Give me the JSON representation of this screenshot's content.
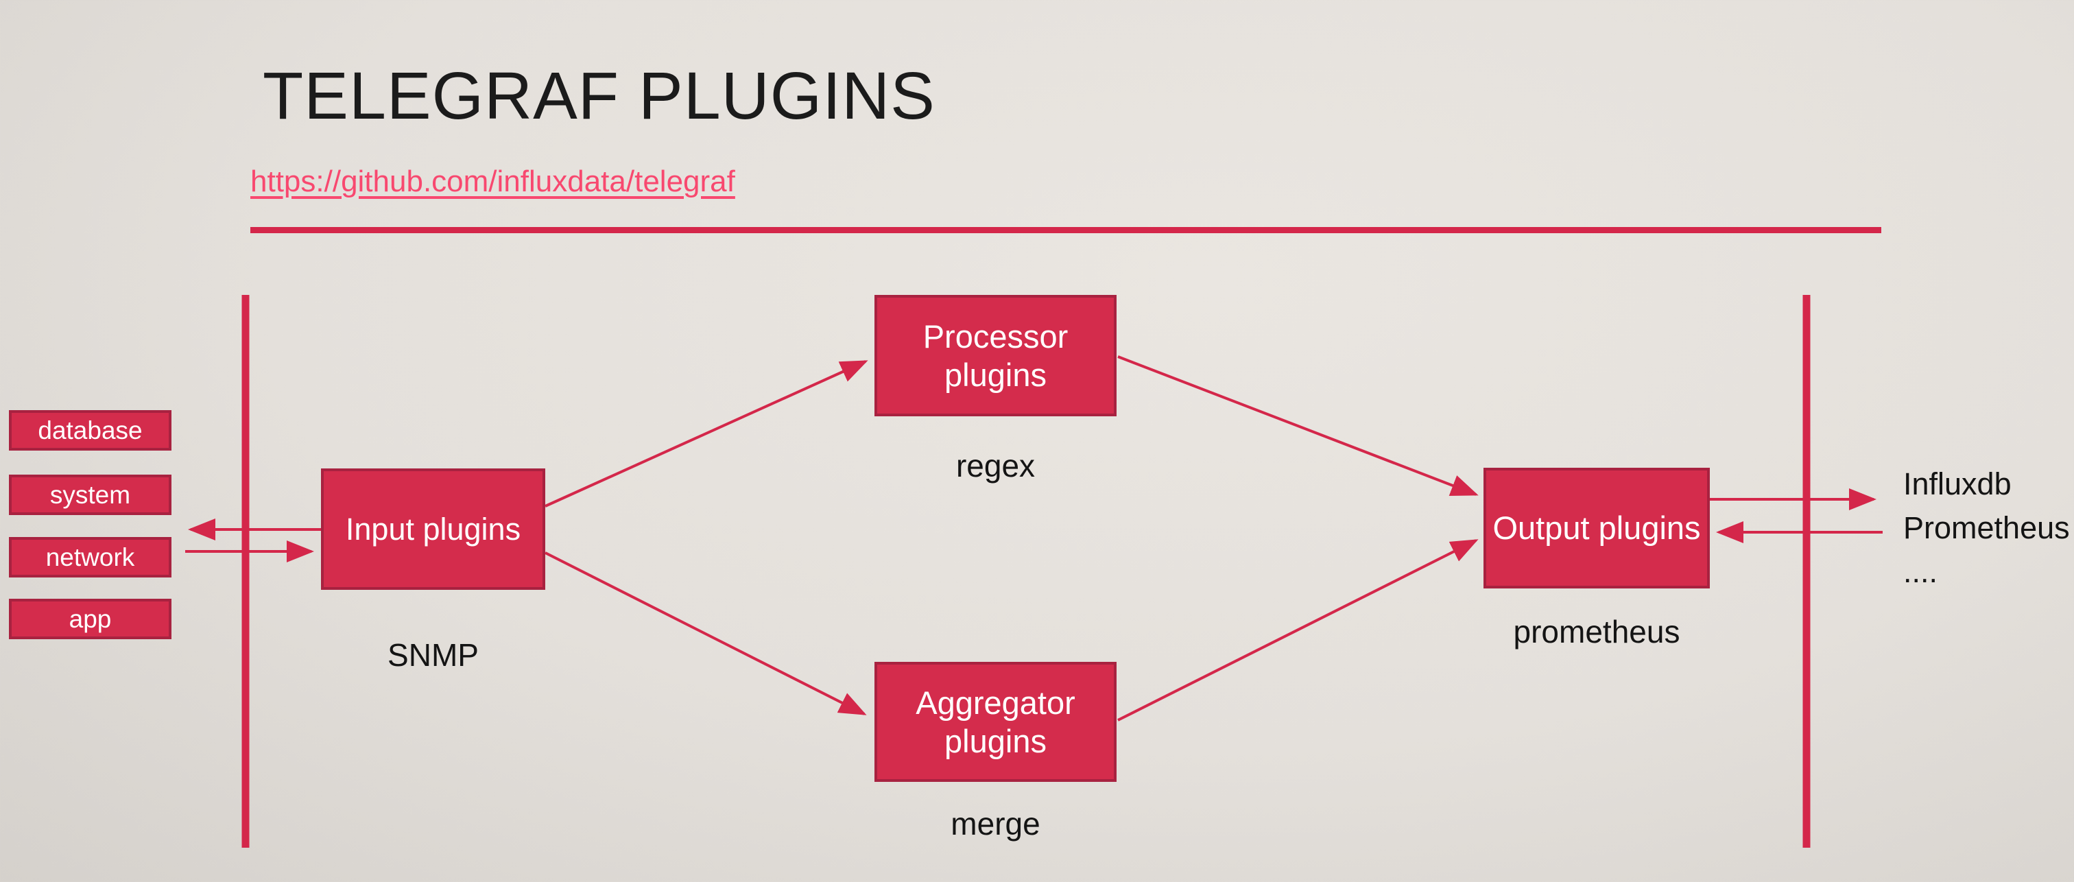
{
  "slide": {
    "title": "TELEGRAF PLUGINS",
    "link": "https://github.com/influxdata/telegraf"
  },
  "colors": {
    "accent": "#d4274a",
    "box_fill": "#d42c4c",
    "box_border": "#a82240",
    "link": "#f8486f",
    "title": "#1b1b1b",
    "text": "#141414",
    "background": "#e4e0db"
  },
  "sources": [
    "database",
    "system",
    "network",
    "app"
  ],
  "nodes": {
    "input": {
      "label": "Input plugins",
      "caption": "SNMP"
    },
    "processor": {
      "label": "Processor plugins",
      "caption": "regex"
    },
    "aggregator": {
      "label": "Aggregator plugins",
      "caption": "merge"
    },
    "output": {
      "label": "Output plugins",
      "caption": "prometheus"
    }
  },
  "destinations": [
    "Influxdb",
    "Prometheus",
    "...."
  ]
}
